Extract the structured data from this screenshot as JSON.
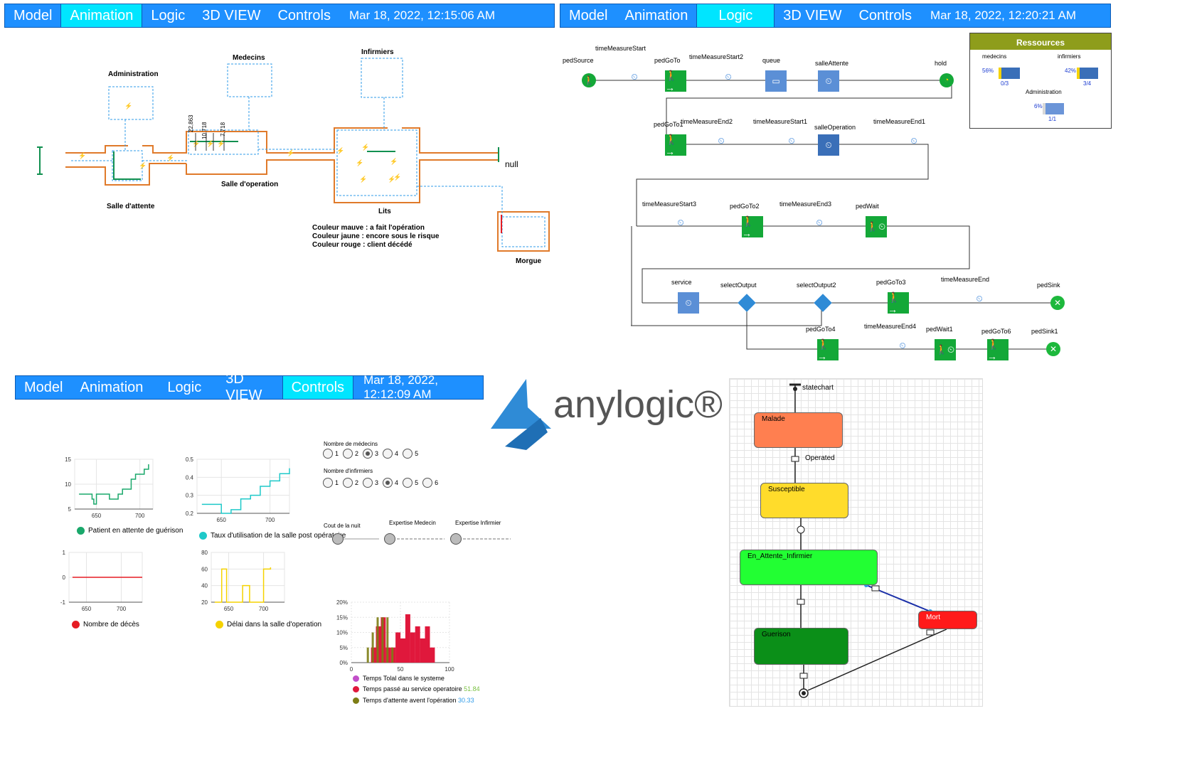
{
  "menu": {
    "items": [
      "Model",
      "Animation",
      "Logic",
      "3D VIEW",
      "Controls"
    ],
    "animation_date": "Mar 18, 2022, 12:15:06 AM",
    "logic_date": "Mar 18, 2022, 12:20:21 AM",
    "controls_date": "Mar 18, 2022, 12:12:09 AM"
  },
  "animation": {
    "rooms": {
      "administration": "Administration",
      "medecins": "Medecins",
      "infirmiers": "Infirmiers",
      "salle_attente": "Salle d'attente",
      "salle_operation": "Salle d'operation",
      "lits": "Lits",
      "morgue": "Morgue"
    },
    "null_label": "null",
    "bar_labels": [
      "22,863",
      "10,718",
      "7,718"
    ],
    "legend_lines": [
      "Couleur mauve : a fait l'opération",
      "Couleur jaune   : encore sous le risque",
      "Couleur rouge  : client décédé"
    ]
  },
  "logic": {
    "blocks": {
      "pedSource": "pedSource",
      "timeMeasureStart": "timeMeasureStart",
      "pedGoTo": "pedGoTo",
      "timeMeasureStart2": "timeMeasureStart2",
      "queue": "queue",
      "salleAttente": "salleAttente",
      "hold": "hold",
      "pedGoTo1": "pedGoTo1",
      "timeMeasureEnd2": "timeMeasureEnd2",
      "timeMeasureStart1": "timeMeasureStart1",
      "salleOperation": "salleOperation",
      "timeMeasureEnd1": "timeMeasureEnd1",
      "timeMeasureStart3": "timeMeasureStart3",
      "pedGoTo2": "pedGoTo2",
      "timeMeasureEnd3": "timeMeasureEnd3",
      "pedWait": "pedWait",
      "service": "service",
      "selectOutput": "selectOutput",
      "selectOutput2": "selectOutput2",
      "pedGoTo3": "pedGoTo3",
      "timeMeasureEnd": "timeMeasureEnd",
      "pedSink": "pedSink",
      "pedGoTo4": "pedGoTo4",
      "timeMeasureEnd4": "timeMeasureEnd4",
      "pedWait1": "pedWait1",
      "pedGoTo6": "pedGoTo6",
      "pedSink1": "pedSink1"
    },
    "ressources": {
      "title": "Ressources",
      "medecins": "medecins",
      "medecins_pct": "56%",
      "medecins_count": "0/3",
      "infirmiers": "infirmiers",
      "infirmiers_pct": "42%",
      "infirmiers_count": "3/4",
      "administration": "Administration",
      "administration_pct": "6%",
      "administration_count": "1/1"
    }
  },
  "controls": {
    "nb_medecins_label": "Nombre de médecins",
    "nb_medecins_options": [
      "1",
      "2",
      "3",
      "4",
      "5"
    ],
    "nb_medecins_selected": "3",
    "nb_infirmiers_label": "Nombre d'infirmiers",
    "nb_infirmiers_options": [
      "1",
      "2",
      "3",
      "4",
      "5",
      "6"
    ],
    "nb_infirmiers_selected": "4",
    "slider_cout": "Cout de la nuit",
    "slider_medecin": "Expertise Medecin",
    "slider_infirmier": "Expertise Infirmier",
    "legend_patient": "Patient en attente de guérison",
    "legend_taux": "Taux d'utilisation de la salle post opératoire",
    "legend_deces": "Nombre de décès",
    "legend_delai": "Délai dans la salle d'operation",
    "hist_legend_total": "Temps Tolal dans le systeme",
    "hist_legend_service": "Temps passé au service operatoire",
    "hist_legend_service_val": "51.84",
    "hist_legend_attente": "Temps d'attente avent l'opération",
    "hist_legend_attente_val": "30.33",
    "colors": {
      "green": "#1aa86b",
      "cyan": "#1ec9c9",
      "red": "#e51c23",
      "yellow": "#f5d200",
      "magenta": "#c24fc9",
      "crimson": "#e0183c",
      "olive": "#7d7d15"
    }
  },
  "chart_data": [
    {
      "type": "line",
      "series": [
        {
          "name": "Patient en attente de guérison",
          "x": [
            630,
            640,
            645,
            647,
            650,
            660,
            665,
            675,
            680,
            690,
            695,
            705,
            710
          ],
          "values": [
            8,
            8,
            7,
            6,
            8,
            8,
            7,
            8,
            9,
            11,
            12,
            13,
            14
          ]
        }
      ],
      "xticks": [
        "650",
        "700"
      ],
      "yticks": [
        "5",
        "10",
        "15"
      ],
      "ylim": [
        5,
        15
      ]
    },
    {
      "type": "line",
      "series": [
        {
          "name": "Taux d'utilisation de la salle post opératoire",
          "x": [
            630,
            645,
            650,
            660,
            670,
            680,
            690,
            700,
            710,
            720
          ],
          "values": [
            0.25,
            0.25,
            0.2,
            0.22,
            0.28,
            0.3,
            0.35,
            0.38,
            0.42,
            0.45
          ]
        }
      ],
      "xticks": [
        "650",
        "700"
      ],
      "yticks": [
        "0.2",
        "0.3",
        "0.4",
        "0.5"
      ],
      "ylim": [
        0.2,
        0.5
      ]
    },
    {
      "type": "line",
      "series": [
        {
          "name": "Nombre de décès",
          "x": [
            630,
            730
          ],
          "values": [
            0,
            0
          ]
        }
      ],
      "xticks": [
        "650",
        "700"
      ],
      "yticks": [
        "-1",
        "0",
        "1"
      ],
      "ylim": [
        -1,
        1
      ]
    },
    {
      "type": "line",
      "series": [
        {
          "name": "Délai dans la salle d'operation",
          "x": [
            630,
            637,
            640,
            643,
            647,
            650,
            660,
            670,
            675,
            680,
            690,
            700,
            710
          ],
          "values": [
            20,
            20,
            60,
            60,
            20,
            20,
            20,
            40,
            40,
            20,
            20,
            60,
            62
          ]
        }
      ],
      "xticks": [
        "650",
        "700"
      ],
      "yticks": [
        "20",
        "40",
        "60",
        "80"
      ],
      "ylim": [
        20,
        80
      ]
    },
    {
      "type": "bar",
      "categories": [
        "10",
        "15",
        "20",
        "25",
        "30",
        "35",
        "40",
        "45",
        "50",
        "55",
        "60",
        "65",
        "70",
        "75",
        "80"
      ],
      "series": [
        {
          "name": "Temps passé au service operatoire",
          "values": [
            0,
            0,
            5,
            12,
            15,
            5,
            5,
            10,
            8,
            16,
            10,
            12,
            8,
            12,
            5
          ]
        },
        {
          "name": "Temps d'attente avent l'opération",
          "values": [
            0,
            5,
            10,
            15,
            15,
            15,
            5,
            0,
            0,
            0,
            0,
            0,
            0,
            0,
            0
          ]
        }
      ],
      "xticks": [
        "0",
        "50",
        "100"
      ],
      "yticks": [
        "0%",
        "5%",
        "10%",
        "15%",
        "20%"
      ],
      "ylim": [
        0,
        20
      ]
    }
  ],
  "anylogic_logo": "anylogic®",
  "statechart": {
    "title": "statechart",
    "malade": "Malade",
    "operated": "Operated",
    "susceptible": "Susceptible",
    "en_attente": "En_Attente_Infirmier",
    "guerison": "Guerison",
    "mort": "Mort"
  }
}
